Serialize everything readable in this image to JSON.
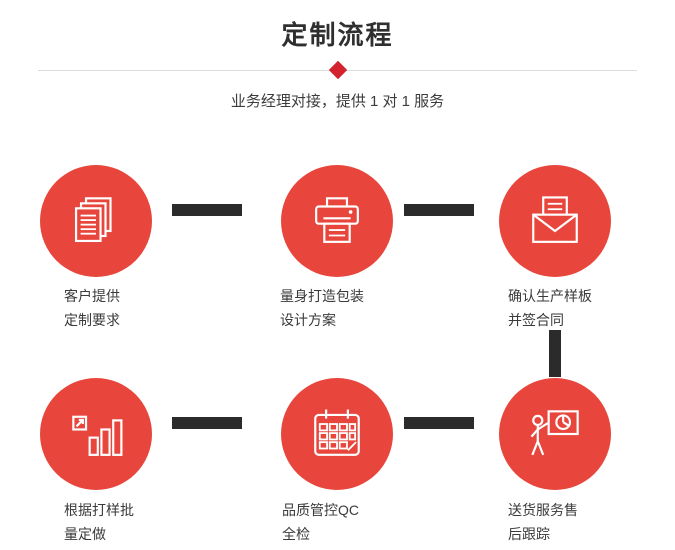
{
  "header": {
    "title": "定制流程",
    "subtitle": "业务经理对接，提供 1 对 1 服务"
  },
  "steps": [
    {
      "icon": "documents-icon",
      "line1": "客户提供",
      "line2": "定制要求"
    },
    {
      "icon": "printer-icon",
      "line1": "量身打造包装",
      "line2": "设计方案"
    },
    {
      "icon": "envelope-icon",
      "line1": "确认生产样板",
      "line2": "并签合同"
    },
    {
      "icon": "bar-chart-icon",
      "line1": "根据打样批",
      "line2": "量定做"
    },
    {
      "icon": "calendar-icon",
      "line1": "品质管控QC",
      "line2": "全检"
    },
    {
      "icon": "presentation-icon",
      "line1": "送货服务售",
      "line2": "后跟踪"
    }
  ],
  "colors": {
    "circle_red": "#e8463d",
    "diamond_red": "#d2232f",
    "connector_dark": "#2b2b2b",
    "divider_gray": "#dcdcdc",
    "text_dark": "#333333"
  }
}
